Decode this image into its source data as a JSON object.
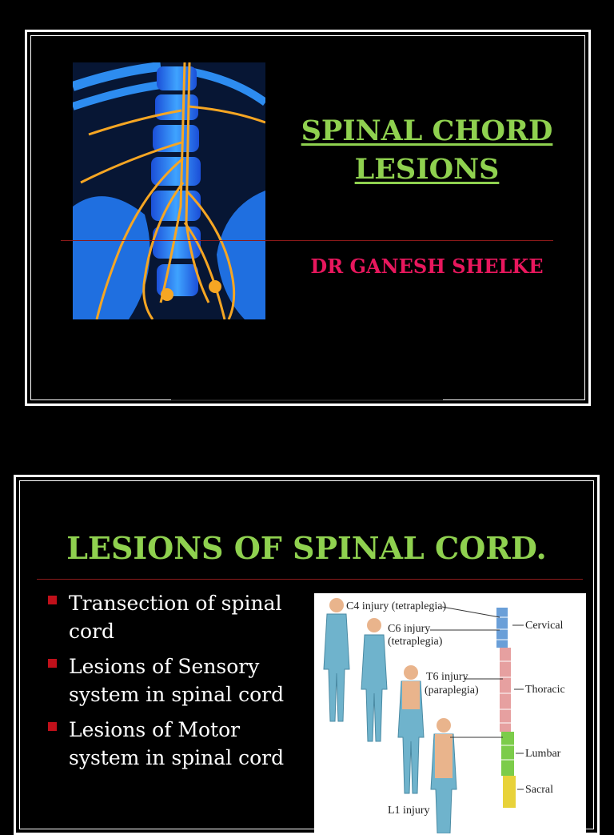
{
  "slide1": {
    "title_line1": "SPINAL CHORD",
    "title_line2": "LESIONS",
    "author": "DR GANESH SHELKE"
  },
  "slide2": {
    "title": "LESIONS OF SPINAL CORD.",
    "bullets": [
      "Transection of spinal cord",
      "Lesions of Sensory system in spinal cord",
      "Lesions of Motor system in spinal cord"
    ],
    "figure_labels": {
      "c4": "C4 injury (tetraplegia)",
      "c6_line1": "C6 injury",
      "c6_line2": "(tetraplegia)",
      "t6_line1": "T6 injury",
      "t6_line2": "(paraplegia)",
      "l1": "L1 injury",
      "cervical": "Cervical",
      "thoracic": "Thoracic",
      "lumbar": "Lumbar",
      "sacral": "Sacral"
    }
  },
  "colors": {
    "title_green": "#8fd14f",
    "author_pink": "#e8175d",
    "bullet_red": "#c0101a",
    "rule_red": "#8b1a1a"
  }
}
